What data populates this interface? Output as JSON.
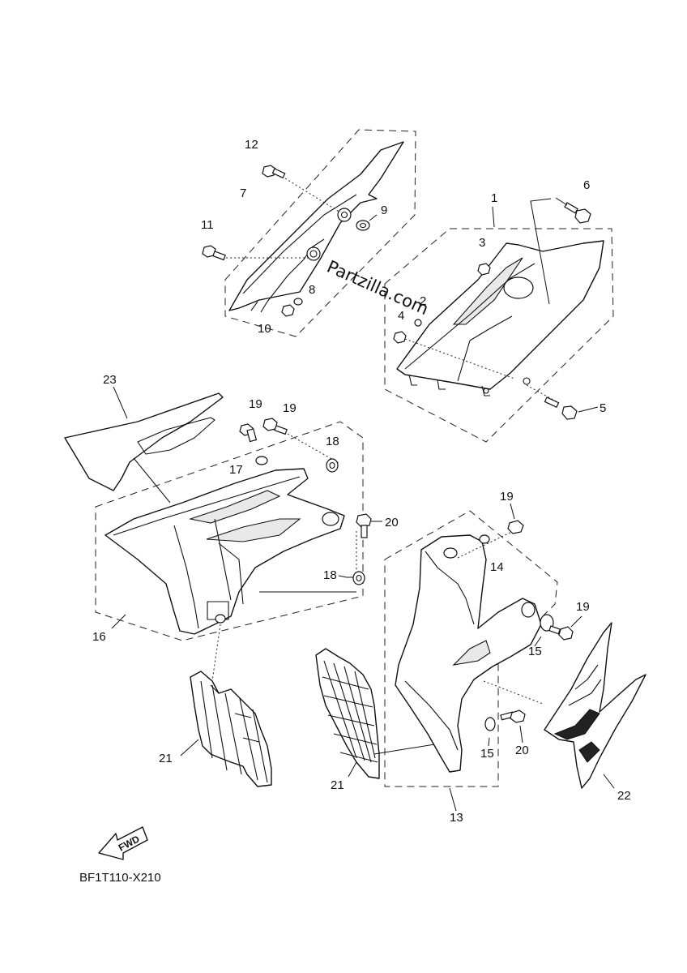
{
  "diagram": {
    "watermark": "Partzilla.com",
    "diagram_code": "BF1T110-X210",
    "fwd_label": "FWD",
    "callouts": {
      "c1": "1",
      "c2": "2",
      "c3": "3",
      "c4": "4",
      "c5": "5",
      "c6": "6",
      "c7": "7",
      "c8": "8",
      "c9": "9",
      "c10": "10",
      "c11": "11",
      "c12": "12",
      "c13": "13",
      "c14": "14",
      "c15a": "15",
      "c15b": "15",
      "c16": "16",
      "c17": "17",
      "c18a": "18",
      "c18b": "18",
      "c19a": "19",
      "c19b": "19",
      "c19c": "19",
      "c19d": "19",
      "c20a": "20",
      "c20b": "20",
      "c21a": "21",
      "c21b": "21",
      "c22": "22",
      "c23": "23"
    }
  }
}
